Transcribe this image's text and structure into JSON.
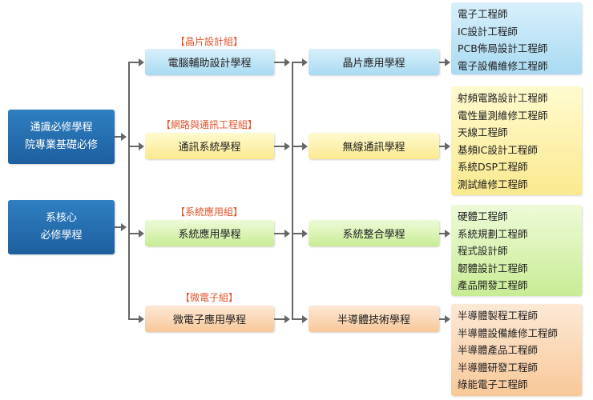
{
  "core": {
    "general": [
      "通識必修學程",
      "院專業基礎必修"
    ],
    "system": [
      "系核心",
      "必修學程"
    ]
  },
  "tracks": [
    {
      "group": "【晶片設計組】",
      "program": "電腦輔助設計學程",
      "applied": "晶片應用學程",
      "color": "#a9daf2",
      "jobs": [
        "電子工程師",
        "IC設計工程師",
        "PCB佈局設計工程師",
        "電子設備維修工程師"
      ]
    },
    {
      "group": "【網路與通訊工程組】",
      "program": "通訊系統學程",
      "applied": "無線通訊學程",
      "color": "#fbe98f",
      "jobs": [
        "射頻電路設計工程師",
        "電性量測維修工程師",
        "天線工程師",
        "基頻IC設計工程師",
        "系統DSP工程師",
        "測試維修工程師"
      ]
    },
    {
      "group": "【系統應用組】",
      "program": "系統應用學程",
      "applied": "系統整合學程",
      "color": "#c8ec95",
      "jobs": [
        "硬體工程師",
        "系統規劃工程師",
        "程式設計師",
        "韌體設計工程師",
        "產品開發工程師"
      ]
    },
    {
      "group": "【微電子組】",
      "program": "微電子應用學程",
      "applied": "半導體技術學程",
      "color": "#f8c899",
      "jobs": [
        "半導體製程工程師",
        "半導體設備維修工程師",
        "半導體產品工程師",
        "半導體研發工程師",
        "綠能電子工程師"
      ]
    }
  ]
}
